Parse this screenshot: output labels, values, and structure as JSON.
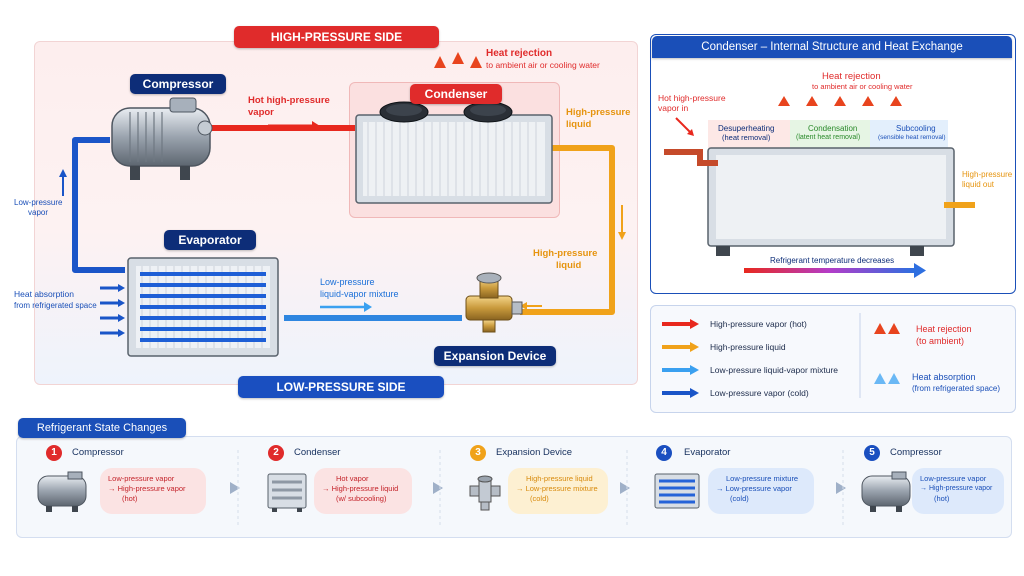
{
  "colors": {
    "hot": "#e8281e",
    "liquid": "#f0a21a",
    "mixture": "#3aa0f0",
    "cold": "#1a55c8",
    "navy": "#0d2d78",
    "red": "#e02b2b"
  },
  "top": {
    "high_side_label": "HIGH-PRESSURE SIDE",
    "low_side_label": "LOW-PRESSURE SIDE",
    "heat_rejection_title": "Heat rejection",
    "heat_rejection_sub": "to ambient air or cooling water"
  },
  "components": {
    "compressor": "Compressor",
    "condenser": "Condenser",
    "evaporator": "Evaporator",
    "expansion": "Expansion Device"
  },
  "flows": {
    "hot_vapor_1": "Hot high-pressure",
    "hot_vapor_2": "vapor",
    "hp_liquid_1a": "High-pressure",
    "hp_liquid_1b": "liquid",
    "hp_liquid_2a": "High-pressure",
    "hp_liquid_2b": "liquid",
    "lp_mixture_1": "Low-pressure",
    "lp_mixture_2": "liquid-vapor mixture",
    "lp_vapor_1": "Low-pressure",
    "lp_vapor_2": "vapor",
    "heat_abs_1": "Heat absorption",
    "heat_abs_2": "from refrigerated space"
  },
  "condenser_panel": {
    "title": "Condenser – Internal Structure and Heat Exchange",
    "heat_rejection": "Heat rejection",
    "heat_rejection_sub": "to ambient air or cooling water",
    "vapor_in_1": "Hot high-pressure",
    "vapor_in_2": "vapor in",
    "zones": [
      {
        "title": "Desuperheating",
        "sub": "(heat removal)"
      },
      {
        "title": "Condensation",
        "sub": "(latent heat removal)"
      },
      {
        "title": "Subcooling",
        "sub": "(sensible heat removal)"
      }
    ],
    "liquid_out_1": "High-pressure",
    "liquid_out_2": "liquid out",
    "temp_note": "Refrigerant temperature decreases"
  },
  "legend": {
    "items": [
      "High-pressure vapor (hot)",
      "High-pressure liquid",
      "Low-pressure liquid-vapor mixture",
      "Low-pressure vapor (cold)"
    ],
    "heat_rejection_1": "Heat rejection",
    "heat_rejection_2": "(to ambient)",
    "heat_absorption_1": "Heat absorption",
    "heat_absorption_2": "(from refrigerated space)"
  },
  "states": {
    "title": "Refrigerant State Changes",
    "steps": [
      {
        "num": "1",
        "name": "Compressor",
        "l1": "Low-pressure vapor",
        "l2": "→  High-pressure vapor",
        "l3": "(hot)"
      },
      {
        "num": "2",
        "name": "Condenser",
        "l1": "Hot vapor",
        "l2": "→  High-pressure liquid",
        "l3": "(w/ subcooling)"
      },
      {
        "num": "3",
        "name": "Expansion Device",
        "l1": "High-pressure liquid",
        "l2": "→  Low-pressure mixture",
        "l3": "(cold)"
      },
      {
        "num": "4",
        "name": "Evaporator",
        "l1": "Low-pressure mixture",
        "l2": "→  Low-pressure vapor",
        "l3": "(cold)"
      },
      {
        "num": "5",
        "name": "Compressor",
        "l1": "Low-pressure vapor",
        "l2": "→  High-pressure vapor",
        "l3": "(hot)"
      }
    ]
  }
}
